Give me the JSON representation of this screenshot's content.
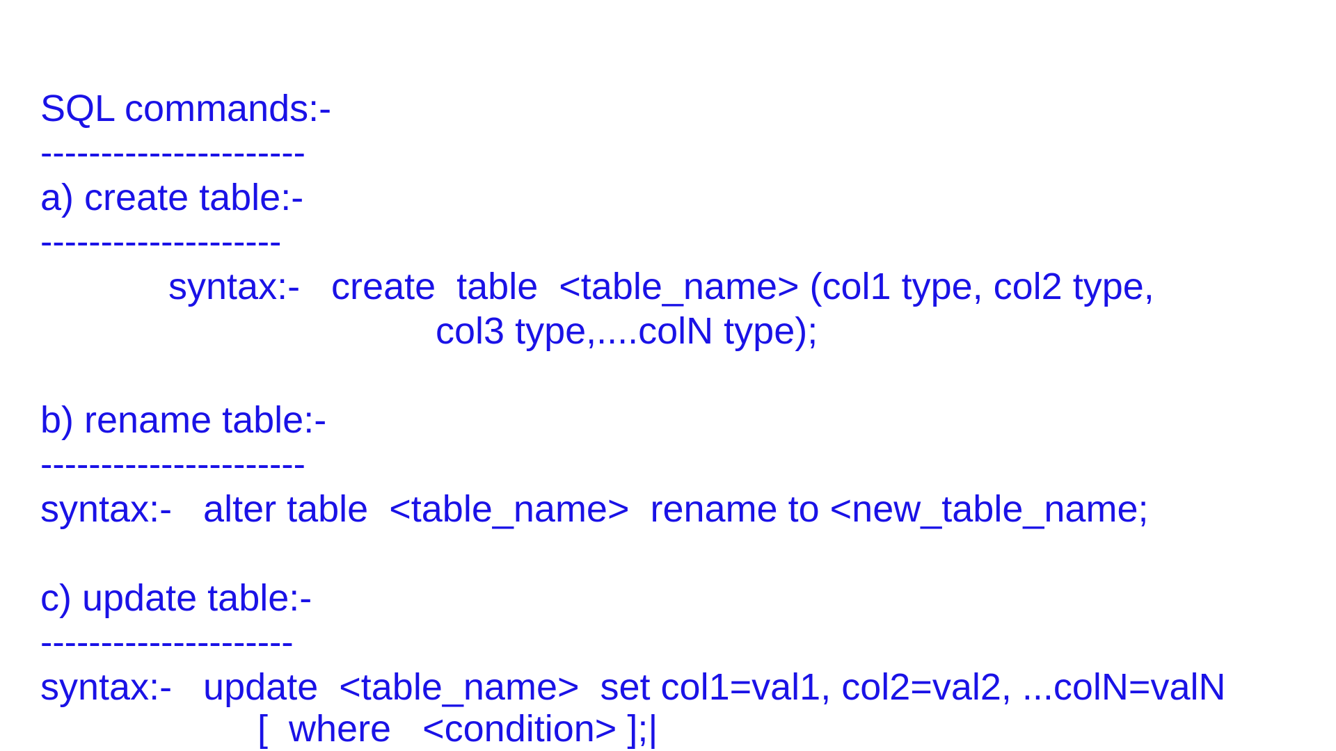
{
  "document": {
    "title": "SQL commands:-",
    "title_rule": "----------------------",
    "sections": {
      "create": {
        "heading": "a) create table:-",
        "rule": "--------------------",
        "syntax_line1": "syntax:-   create  table  <table_name> (col1 type, col2 type,",
        "syntax_line2": "col3 type,....colN type);"
      },
      "rename": {
        "heading": "b) rename table:-",
        "rule": "----------------------",
        "syntax_line1": "syntax:-   alter table  <table_name>  rename to <new_table_name;"
      },
      "update": {
        "heading": "c) update table:-",
        "rule": "---------------------",
        "syntax_line1": "syntax:-   update  <table_name>  set col1=val1, col2=val2, ...colN=valN",
        "syntax_line2": "[  where   <condition> ];|"
      }
    },
    "text_color": "#1a12e6"
  }
}
